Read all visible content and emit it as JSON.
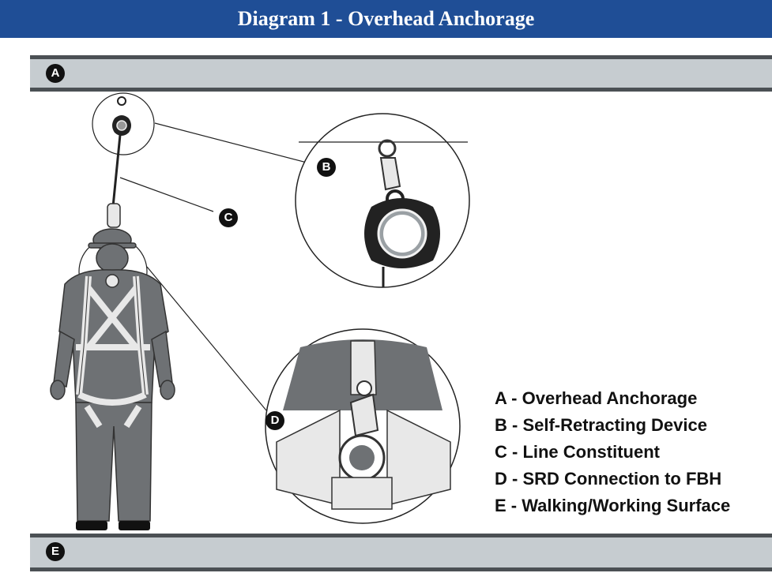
{
  "title": "Diagram 1 - Overhead Anchorage",
  "markers": {
    "a": "A",
    "b": "B",
    "c": "C",
    "d": "D",
    "e": "E"
  },
  "legend": [
    "A - Overhead Anchorage",
    "B - Self-Retracting Device",
    "C - Line Constituent",
    "D - SRD Connection to FBH",
    "E - Walking/Working Surface"
  ],
  "colors": {
    "title_bar": "#1f4e96",
    "band": "#c6ccd0",
    "band_border": "#4b5054",
    "figure": "#6e7174",
    "harness": "#e8e8e8"
  }
}
